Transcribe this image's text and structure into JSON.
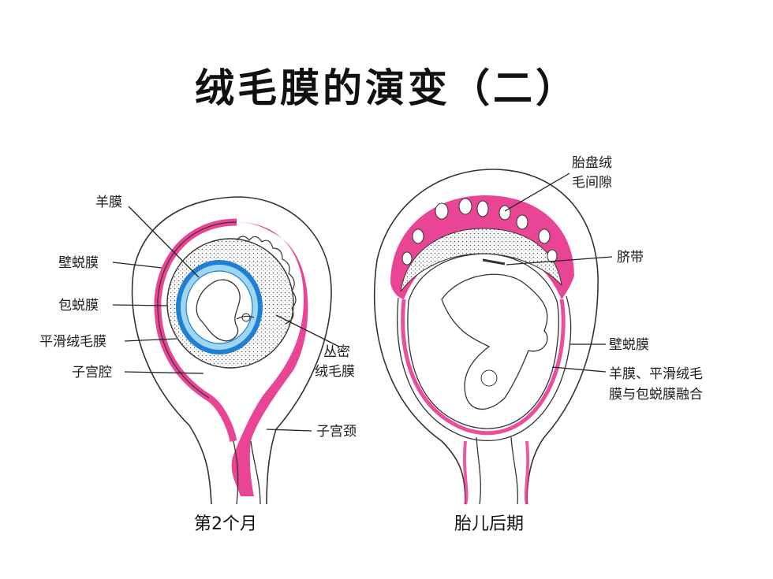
{
  "title": "绒毛膜的演变（二）",
  "left": {
    "caption": "第2个月",
    "labels": {
      "amnion": "羊膜",
      "decidua_parietalis": "壁蜕膜",
      "decidua_capsularis": "包蜕膜",
      "chorion_laeve": "平滑绒毛膜",
      "uterine_cavity": "子宫腔",
      "chorion_frondosum_1": "丛密",
      "chorion_frondosum_2": "绒毛膜",
      "cervix": "子宫颈"
    }
  },
  "right": {
    "caption": "胎儿后期",
    "labels": {
      "intervillous_1": "胎盘绒",
      "intervillous_2": "毛间隙",
      "umbilical_cord": "脐带",
      "decidua_parietalis": "壁蜕膜",
      "fused_1": "羊膜、平滑绒毛",
      "fused_2": "膜与包蜕膜融合"
    }
  },
  "colors": {
    "decidua": "#e8308a",
    "decidua_light": "#f6b2cf",
    "amnion_blue": "#1f7fd4",
    "amnion_light": "#9fd6f2",
    "outline": "#333333"
  }
}
